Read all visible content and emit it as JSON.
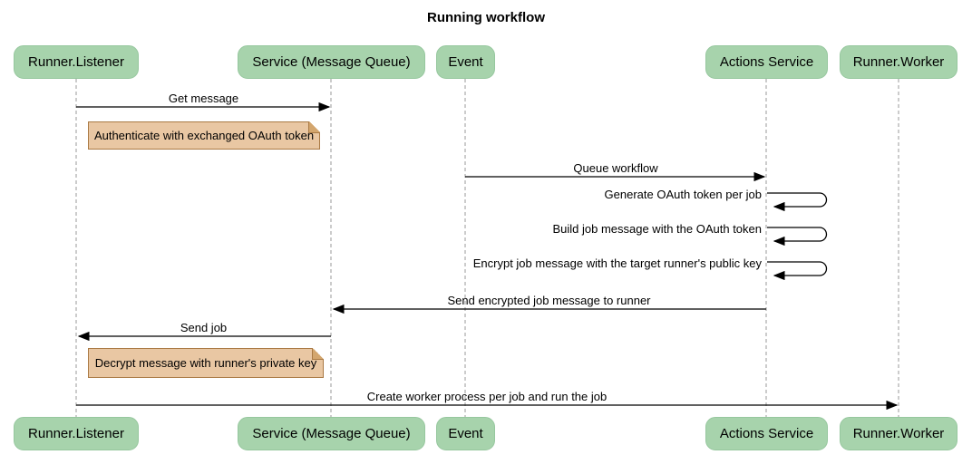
{
  "title": "Running workflow",
  "colors": {
    "actor_fill": "#a7d3ac",
    "actor_border": "#96c79e",
    "note_fill": "#e9c7a3",
    "note_border": "#aa7a44",
    "note_fold": "#d3a66e",
    "lifeline": "#999999",
    "arrow": "#000000"
  },
  "participants": [
    {
      "label": "Runner.Listener"
    },
    {
      "label": "Service (Message Queue)"
    },
    {
      "label": "Event"
    },
    {
      "label": "Actions Service"
    },
    {
      "label": "Runner.Worker"
    }
  ],
  "messages": [
    {
      "label": "Get message",
      "from": "Runner.Listener",
      "to": "Service (Message Queue)"
    },
    {
      "label": "Queue workflow",
      "from": "Event",
      "to": "Actions Service"
    },
    {
      "label": "Generate OAuth token per job",
      "from": "Actions Service",
      "to": "Actions Service"
    },
    {
      "label": "Build job message with the OAuth token",
      "from": "Actions Service",
      "to": "Actions Service"
    },
    {
      "label": "Encrypt job message with the target runner's public key",
      "from": "Actions Service",
      "to": "Actions Service"
    },
    {
      "label": "Send encrypted job message to runner",
      "from": "Actions Service",
      "to": "Service (Message Queue)"
    },
    {
      "label": "Send job",
      "from": "Service (Message Queue)",
      "to": "Runner.Listener"
    },
    {
      "label": "Create worker process per job and run the job",
      "from": "Runner.Listener",
      "to": "Runner.Worker"
    }
  ],
  "notes": [
    {
      "label": "Authenticate with exchanged OAuth token",
      "over": "Runner.Listener"
    },
    {
      "label": "Decrypt message with runner's private key",
      "over": "Runner.Listener"
    }
  ]
}
